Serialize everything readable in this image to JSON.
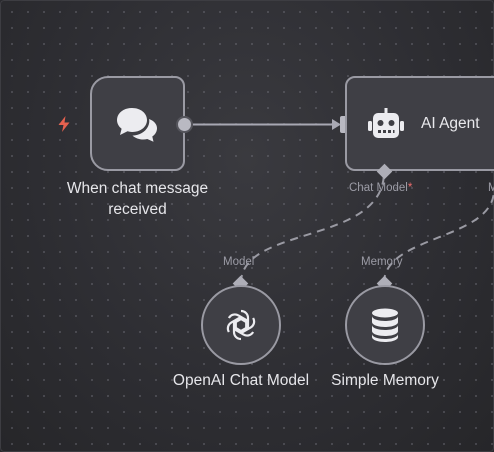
{
  "canvas": {
    "accent_trigger": "#e5614f",
    "edge_color": "#a8a8b3",
    "node_border": "#9a9aa3"
  },
  "nodes": {
    "trigger": {
      "label": "When chat message received",
      "icon": "chat-bubbles-icon",
      "badge_icon": "lightning-bolt-icon"
    },
    "agent": {
      "label": "AI Agent",
      "icon": "robot-icon",
      "ports": {
        "chat_model": "Chat Model",
        "chat_model_required": "*",
        "memory_cut": "M"
      }
    },
    "openai": {
      "label": "OpenAI Chat Model",
      "icon": "openai-logo-icon",
      "port_label": "Model"
    },
    "memory": {
      "label": "Simple Memory",
      "icon": "database-icon",
      "port_label": "Memory"
    }
  }
}
